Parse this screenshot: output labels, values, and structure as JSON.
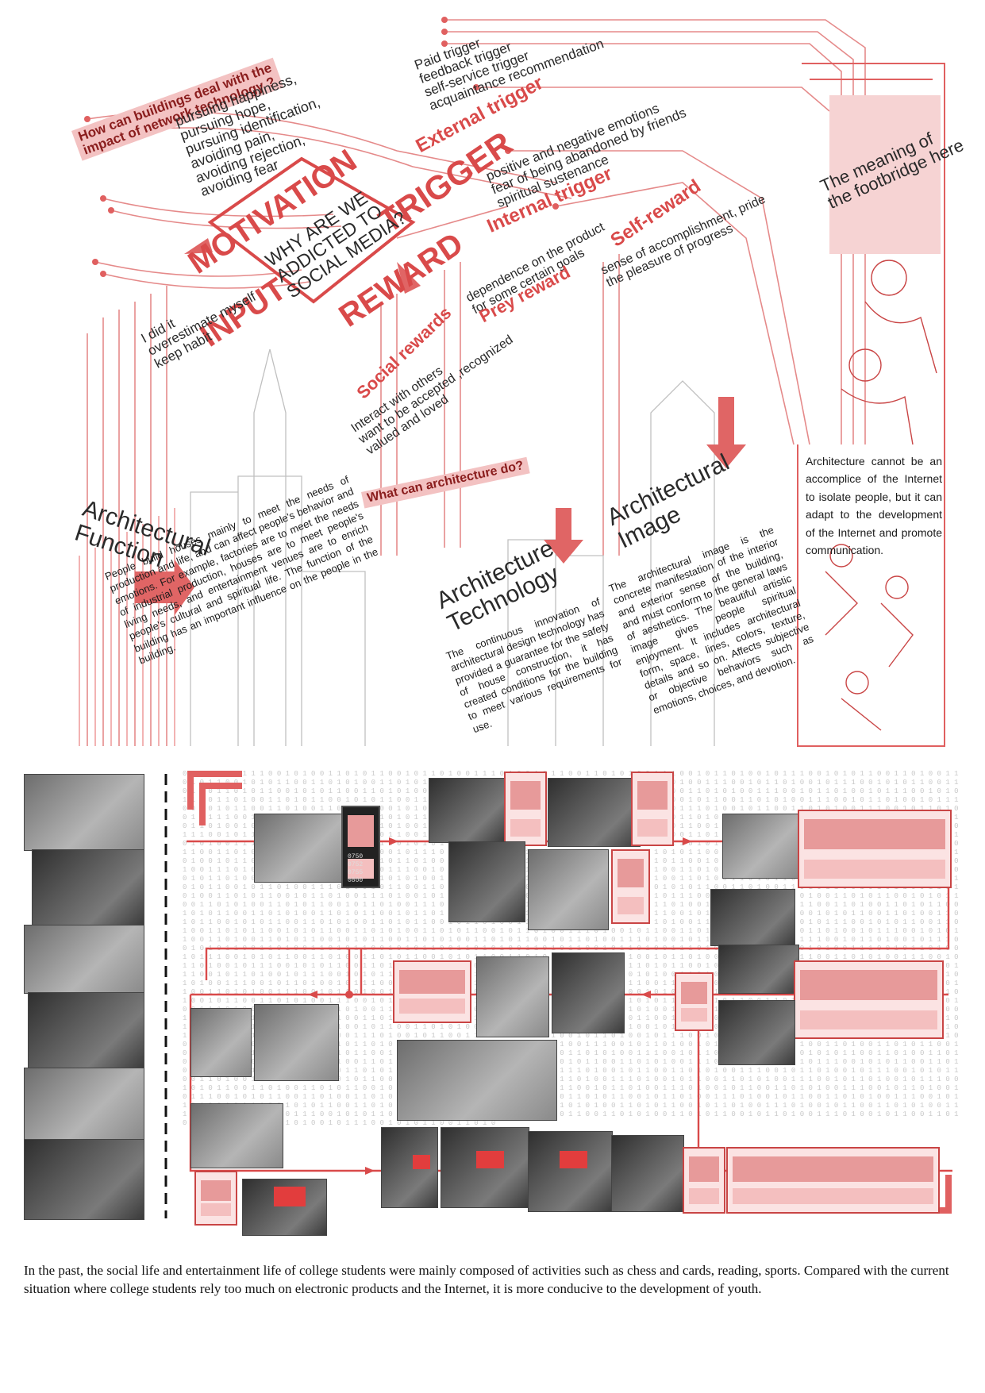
{
  "poster": {
    "question_top": "How can buildings deal with the\nimpact of network technology ?",
    "motivations": "pursuing happiness,\npursuing hope,\npursuing identification,\navoiding pain,\navoiding rejection,\navoiding fear",
    "external_list": "Paid trigger\nfeedback trigger\nself-service trigger\nacquaintance recommendation",
    "external_trigger": "External trigger",
    "internal_list": "positive and negative emotions\nfear of being abandoned by friends\nspiritual sustenance",
    "internal_trigger": "Internal trigger",
    "footbridge": "The meaning of\nthe footbridge here",
    "motivation": "MOTIVATION",
    "trigger": "TRIGGER",
    "reward": "REWARD",
    "input": "INPUT",
    "center_question": "WHY ARE WE\nADDICTED TO\nSOCIAL MEDIA?",
    "input_list": "I did it\noverestimate myself\nkeep habit",
    "self_reward": "Self-reward",
    "self_reward_list": "sense of accomplishment, pride\nthe pleasure of progress",
    "prey_list": "dependence on the product\nfor some certain goals",
    "prey_reward": "Prey reward",
    "social_rewards": "Social rewards",
    "social_list": "Interact with others\nwant to be accepted ,recognized\nvalued and loved",
    "architecture_can_do": "What can architecture do?",
    "func_title": "Architectural\nFunction",
    "func_text": "People build houses mainly to meet the needs of production and life, and can affect people's behavior and emotions. For example, factories are to meet the needs of industrial production, houses are to meet people's living needs, and entertainment venues are to enrich people's cultural and spiritual life. The function of the building has an important influence on the people in the building.",
    "tech_title": "Architecture\nTechnology",
    "tech_text": "The continuous innovation of architectural design technology has provided a guarantee for the safety of house construction, it has created conditions for the building to meet various requirements for use.",
    "image_title": "Architectural\nImage",
    "image_text": "The architectural image is the concrete manifestation of the interior and exterior sense of the building, and must conform to the general laws of aesthetics. The beautiful artistic image gives people spiritual enjoyment. It includes architectural form, space, lines, colors, texture, details and so on. Affects subjective or objective behaviors such as emotions, choices, and devotion.",
    "side_text": "Architecture cannot be an accomplice of the Internet to isolate people, but it can adapt to the development of the Internet and promote communication."
  },
  "phone_times": [
    "0750",
    "0752",
    "0755",
    "0800"
  ],
  "caption": "In the past, the social life and entertainment life of college students were mainly composed of activities such as chess and cards, reading, sports. Compared with the current situation where college students rely too much on electronic products and the Internet, it is more conducive to the development of youth.",
  "colors": {
    "accent": "#d94a4a",
    "accent_light": "#f3c2c2",
    "line": "#e07070"
  }
}
